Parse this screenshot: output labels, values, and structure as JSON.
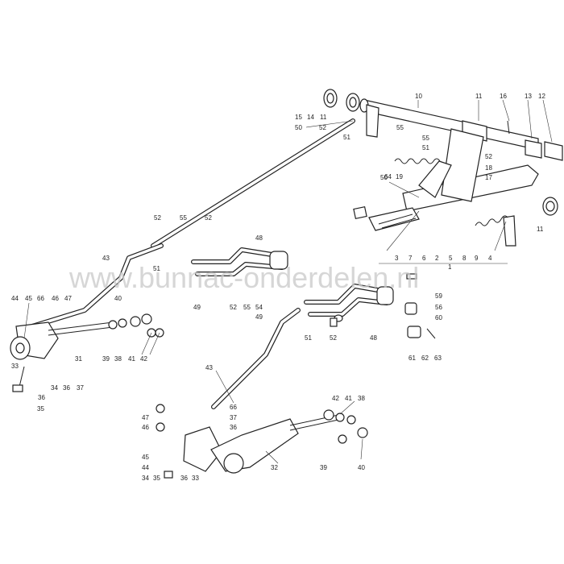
{
  "watermark": "www.bunnac-onderdelen.nl",
  "part_labels": [
    {
      "id": "l10",
      "text": "10"
    },
    {
      "id": "l11a",
      "text": "11"
    },
    {
      "id": "l16",
      "text": "16"
    },
    {
      "id": "l13",
      "text": "13"
    },
    {
      "id": "l12",
      "text": "12"
    },
    {
      "id": "l15",
      "text": "15"
    },
    {
      "id": "l14",
      "text": "14"
    },
    {
      "id": "l11b",
      "text": "11"
    },
    {
      "id": "l52a",
      "text": "52"
    },
    {
      "id": "l50a",
      "text": "50"
    },
    {
      "id": "l55a",
      "text": "55"
    },
    {
      "id": "l51a",
      "text": "51"
    },
    {
      "id": "l55b",
      "text": "55"
    },
    {
      "id": "l51b",
      "text": "51"
    },
    {
      "id": "l52b",
      "text": "52"
    },
    {
      "id": "l64",
      "text": "64"
    },
    {
      "id": "l19",
      "text": "19"
    },
    {
      "id": "l18",
      "text": "18"
    },
    {
      "id": "l17",
      "text": "17"
    },
    {
      "id": "l50b",
      "text": "50"
    },
    {
      "id": "l11c",
      "text": "11"
    },
    {
      "id": "l3",
      "text": "3"
    },
    {
      "id": "l7",
      "text": "7"
    },
    {
      "id": "l6",
      "text": "6"
    },
    {
      "id": "l2",
      "text": "2"
    },
    {
      "id": "l5",
      "text": "5"
    },
    {
      "id": "l8",
      "text": "8"
    },
    {
      "id": "l9",
      "text": "9"
    },
    {
      "id": "l4",
      "text": "4"
    },
    {
      "id": "l1",
      "text": "1"
    },
    {
      "id": "l52c",
      "text": "52"
    },
    {
      "id": "l55c",
      "text": "55"
    },
    {
      "id": "l52d",
      "text": "52"
    },
    {
      "id": "l43a",
      "text": "43"
    },
    {
      "id": "l51c",
      "text": "51"
    },
    {
      "id": "l48a",
      "text": "48"
    },
    {
      "id": "l49a",
      "text": "49"
    },
    {
      "id": "l52e",
      "text": "52"
    },
    {
      "id": "l55d",
      "text": "55"
    },
    {
      "id": "l54",
      "text": "54"
    },
    {
      "id": "l49b",
      "text": "49"
    },
    {
      "id": "l59",
      "text": "59"
    },
    {
      "id": "l56",
      "text": "56"
    },
    {
      "id": "l60",
      "text": "60"
    },
    {
      "id": "l51d",
      "text": "51"
    },
    {
      "id": "l52f",
      "text": "52"
    },
    {
      "id": "l48b",
      "text": "48"
    },
    {
      "id": "l61",
      "text": "61"
    },
    {
      "id": "l62",
      "text": "62"
    },
    {
      "id": "l63",
      "text": "63"
    },
    {
      "id": "l44a",
      "text": "44"
    },
    {
      "id": "l45a",
      "text": "45"
    },
    {
      "id": "l66a",
      "text": "66"
    },
    {
      "id": "l46a",
      "text": "46"
    },
    {
      "id": "l47a",
      "text": "47"
    },
    {
      "id": "l40a",
      "text": "40"
    },
    {
      "id": "l33a",
      "text": "33"
    },
    {
      "id": "l31",
      "text": "31"
    },
    {
      "id": "l39a",
      "text": "39"
    },
    {
      "id": "l38a",
      "text": "38"
    },
    {
      "id": "l41a",
      "text": "41"
    },
    {
      "id": "l42a",
      "text": "42"
    },
    {
      "id": "l34a",
      "text": "34"
    },
    {
      "id": "l36a",
      "text": "36"
    },
    {
      "id": "l37a",
      "text": "37"
    },
    {
      "id": "l36b",
      "text": "36"
    },
    {
      "id": "l35a",
      "text": "35"
    },
    {
      "id": "l43b",
      "text": "43"
    },
    {
      "id": "l47b",
      "text": "47"
    },
    {
      "id": "l46b",
      "text": "46"
    },
    {
      "id": "l66b",
      "text": "66"
    },
    {
      "id": "l37b",
      "text": "37"
    },
    {
      "id": "l36c",
      "text": "36"
    },
    {
      "id": "l42b",
      "text": "42"
    },
    {
      "id": "l41b",
      "text": "41"
    },
    {
      "id": "l38b",
      "text": "38"
    },
    {
      "id": "l45b",
      "text": "45"
    },
    {
      "id": "l44b",
      "text": "44"
    },
    {
      "id": "l34b",
      "text": "34"
    },
    {
      "id": "l35b",
      "text": "35"
    },
    {
      "id": "l36d",
      "text": "36"
    },
    {
      "id": "l33b",
      "text": "33"
    },
    {
      "id": "l32",
      "text": "32"
    },
    {
      "id": "l39b",
      "text": "39"
    },
    {
      "id": "l40b",
      "text": "40"
    }
  ]
}
